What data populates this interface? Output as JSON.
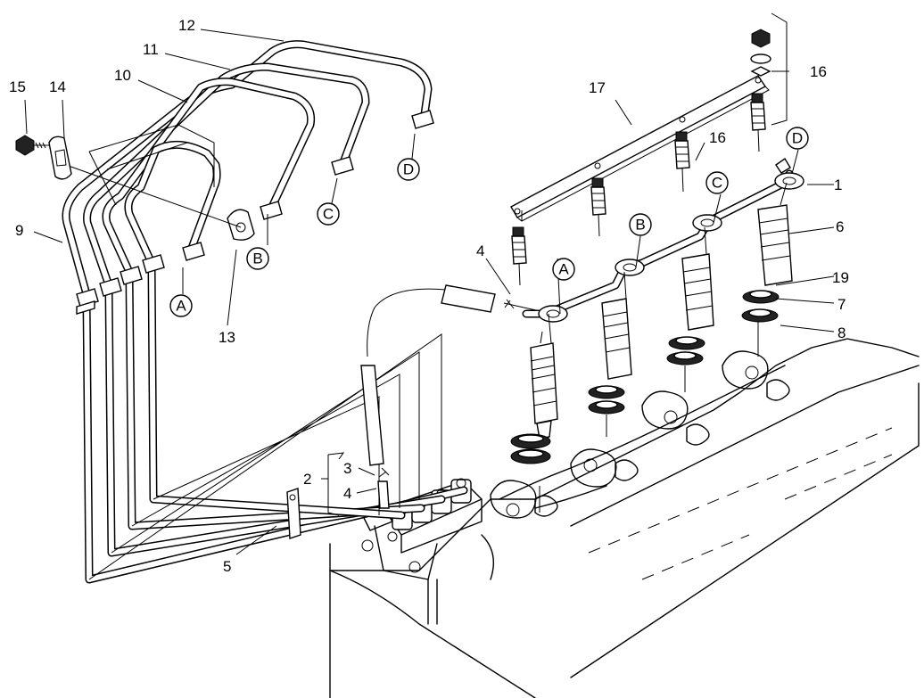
{
  "figure": {
    "part_numbers": [
      "1",
      "2",
      "3",
      "4",
      "4",
      "5",
      "6",
      "7",
      "8",
      "9",
      "10",
      "11",
      "12",
      "13",
      "14",
      "15",
      "16",
      "16",
      "17",
      "19"
    ],
    "connection_letters_left": [
      "A",
      "B",
      "C",
      "D"
    ],
    "connection_letters_right": [
      "A",
      "B",
      "C",
      "D"
    ]
  }
}
